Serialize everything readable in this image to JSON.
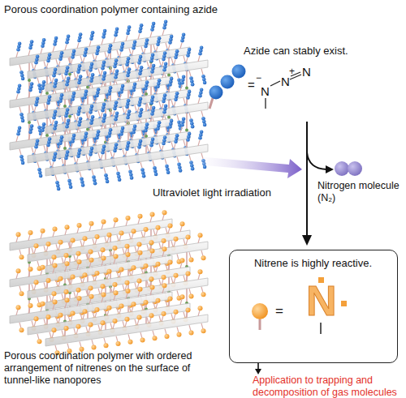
{
  "diagram": {
    "nodes": [
      {
        "text": [
          "Nitrene is highly reactive.",
          "=",
          "N"
        ]
      }
    ],
    "labels": [
      "Porous coordination polymer containing azide",
      "Azide can stably exist.",
      "=",
      "N",
      "−",
      "N",
      "+",
      "N",
      "Ultraviolet light irradiation",
      "Nitrogen molecule (N₂)",
      "Porous coordination polymer with ordered arrangement of nitrenes on the surface of tunnel-like nanopores",
      "Application to trapping and decomposition of gas molecules"
    ]
  }
}
